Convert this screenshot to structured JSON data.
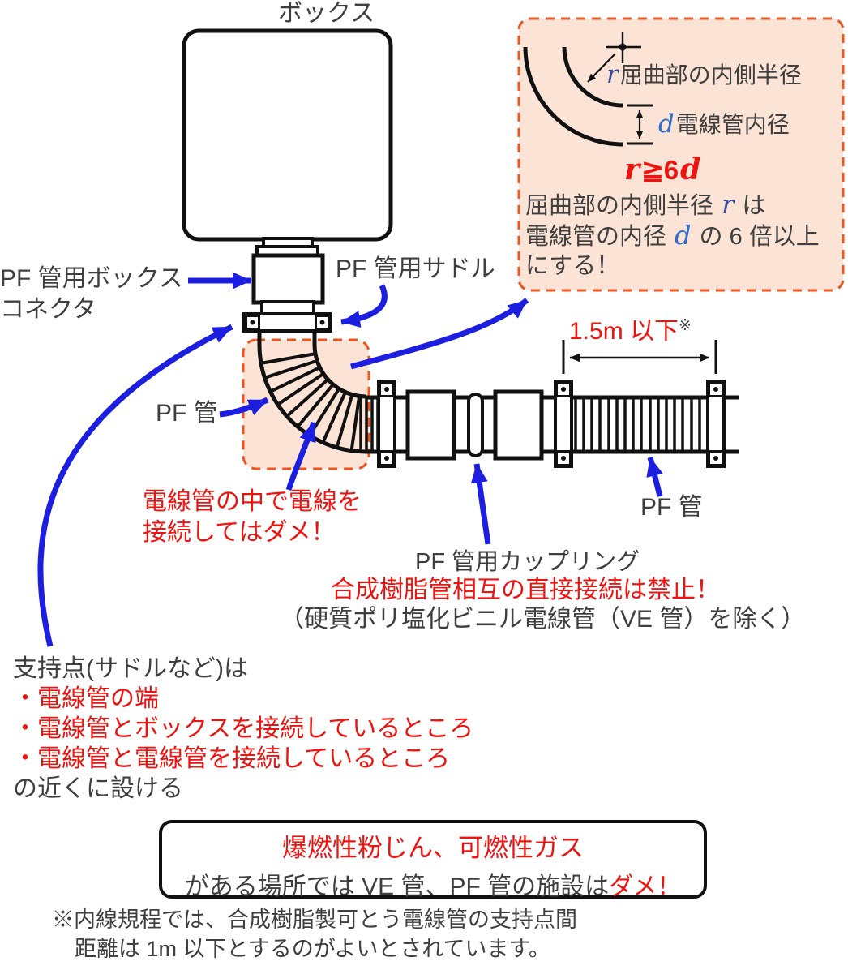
{
  "diagram": {
    "box_label": "ボックス",
    "connector_label_line1": "PF 管用ボックス",
    "connector_label_line2": "コネクタ",
    "saddle_label": "PF 管用サドル",
    "pf_pipe_label_left": "PF 管",
    "pf_pipe_label_right": "PF 管",
    "coupling_label": "PF 管用カップリング",
    "no_splice_line1": "電線管の中で電線を",
    "no_splice_line2": "接続してはダメ！",
    "no_direct_connection": "合成樹脂管相互の直接接続は禁止！",
    "ve_exception": "（硬質ポリ塩化ビニル電線管（VE 管）を除く）",
    "span_limit": "1.5m 以下",
    "span_limit_note_mark": "※"
  },
  "bend_rule_box": {
    "r_var": "r",
    "r_desc": "屈曲部の内側半径",
    "d_var": "d",
    "d_desc": "電線管内径",
    "formula_r": "r",
    "formula_mid": "≧6",
    "formula_d": "d",
    "note_line1_pre": "屈曲部の内側半径 ",
    "note_line1_var": "r",
    "note_line1_post": " は",
    "note_line2_pre": "電線管の内径 ",
    "note_line2_var": "d",
    "note_line2_post": " の 6 倍以上",
    "note_line3": "にする！"
  },
  "support_rules": {
    "intro": "支持点(サドルなど)は",
    "items": [
      "・電線管の端",
      "・電線管とボックスを接続しているところ",
      "・電線管と電線管を接続しているところ"
    ],
    "outro": "の近くに設ける"
  },
  "warning_box": {
    "line1": "爆燃性粉じん、可燃性ガス",
    "line2_pre": "がある場所では VE 管、PF 管の施設は",
    "line2_em": "ダメ！"
  },
  "footnote": {
    "line1": "※内線規程では、合成樹脂製可とう電線管の支持点間",
    "line2": "距離は 1m 以下とするのがよいとされています。"
  },
  "colors": {
    "text_gray": "#3f3f3f",
    "alert_red": "#ec1410",
    "arrow_blue": "#1c1ee0",
    "highlight_fill": "#fbe3d6",
    "highlight_dash": "#f2541d",
    "var_r_navy": "#37499b",
    "var_d_blue": "#2f6ed0",
    "line_black": "#111111"
  }
}
